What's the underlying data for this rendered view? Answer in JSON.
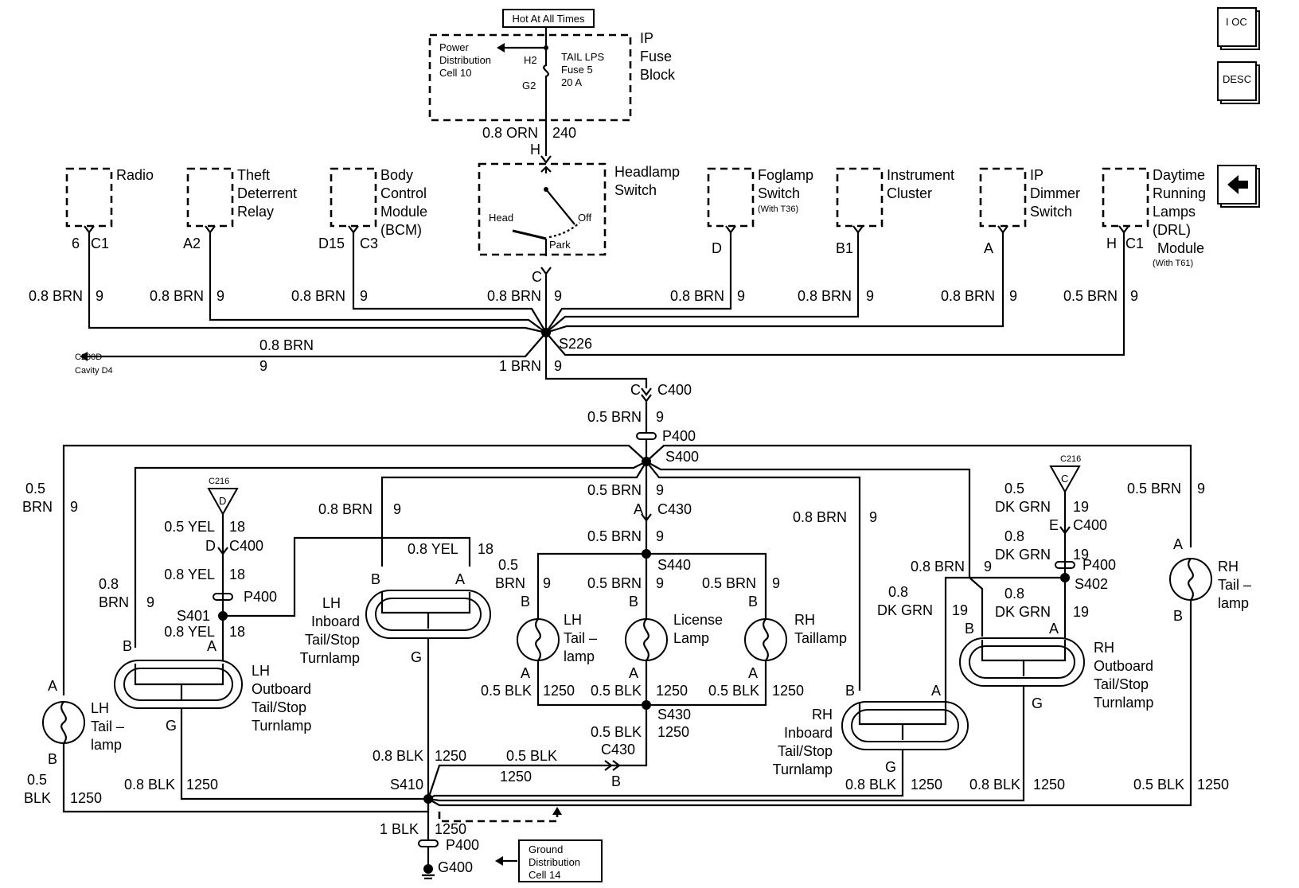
{
  "source": {
    "hot_label": "Hot At All Times",
    "fuse_block": [
      "IP",
      "Fuse",
      "Block"
    ],
    "power_dist": [
      "Power",
      "Distribution",
      "Cell 10"
    ],
    "pin_h2": "H2",
    "pin_g2": "G2",
    "fuse": [
      "TAIL LPS",
      "Fuse 5",
      "20 A"
    ],
    "wire_gauge": "0.8 ORN",
    "wire_circuit": "240",
    "switch_pin_h": "H"
  },
  "corner_buttons": [
    {
      "name": "info-locator-button",
      "text": "I OC"
    },
    {
      "name": "description-button",
      "text": "DESC"
    }
  ],
  "switch": {
    "title": [
      "Headlamp",
      "Switch"
    ],
    "head": "Head",
    "off": "Off",
    "park": "Park",
    "pin_c": "C",
    "gauge": "0.8 BRN",
    "circuit": "9"
  },
  "modules": [
    {
      "name": [
        "Radio"
      ],
      "pin": "6",
      "conn": "C1",
      "gauge": "0.8 BRN",
      "circuit": "9"
    },
    {
      "name": [
        "Theft",
        "Deterrent",
        "Relay"
      ],
      "pin": "A2",
      "conn": "",
      "gauge": "0.8 BRN",
      "circuit": "9"
    },
    {
      "name": [
        "Body",
        "Control",
        "Module",
        "(BCM)"
      ],
      "pin": "D15",
      "conn": "C3",
      "gauge": "0.8 BRN",
      "circuit": "9"
    },
    {
      "name": [
        "Foglamp",
        "Switch"
      ],
      "note": "(With T36)",
      "pin": "D",
      "conn": "",
      "gauge": "0.8 BRN",
      "circuit": "9"
    },
    {
      "name": [
        "Instrument",
        "Cluster"
      ],
      "pin": "B1",
      "conn": "",
      "gauge": "0.8 BRN",
      "circuit": "9"
    },
    {
      "name": [
        "IP",
        "Dimmer",
        "Switch"
      ],
      "pin": "A",
      "conn": "",
      "gauge": "0.8 BRN",
      "circuit": "9"
    },
    {
      "name": [
        "Daytime",
        "Running",
        "Lamps",
        "(DRL)",
        "Module"
      ],
      "note": "(With T61)",
      "pin": "H",
      "conn": "C1",
      "gauge": "0.5 BRN",
      "circuit": "9"
    }
  ],
  "splice_s226": {
    "name": "S226",
    "branch_gauge": "0.8 BRN",
    "branch_circuit": "9",
    "branch_dest": [
      "C200D",
      "Cavity D4"
    ],
    "trunk_gauge": "1 BRN",
    "trunk_circuit": "9"
  },
  "trunk": {
    "conn_pin": "C",
    "conn": "C400",
    "gauge": "0.5 BRN",
    "circuit": "9",
    "p400": "P400",
    "s400": "S400"
  },
  "rear": {
    "lh_tail_outer": {
      "title": [
        "LH",
        "Tail –",
        "lamp"
      ],
      "gauge_top": [
        "0.5",
        "BRN"
      ],
      "circuit_top": "9",
      "pin_a": "A",
      "pin_b": "B",
      "gauge_bot": [
        "0.5",
        "BLK"
      ],
      "circuit_bot": "1250"
    },
    "lh_outboard": {
      "title": [
        "LH",
        "Outboard",
        "Tail/Stop",
        "Turnlamp"
      ],
      "gauge_b": [
        "0.8",
        "BRN"
      ],
      "circuit_b": "9",
      "pin_b": "B",
      "pin_a": "A",
      "pin_g": "G",
      "gauge_g": "0.8 BLK",
      "circuit_g": "1250"
    },
    "c216_left": {
      "label": "C216",
      "pin": "D",
      "gauge": "0.5 YEL",
      "circuit": "18",
      "conn_pin": "D",
      "conn": "C400",
      "gauge2": "0.8 YEL",
      "circuit2": "18",
      "p400": "P400",
      "splice": "S401",
      "gauge3": "0.8 YEL",
      "circuit3": "18"
    },
    "lh_inboard": {
      "title": [
        "LH",
        "Inboard",
        "Tail/Stop",
        "Turnlamp"
      ],
      "gauge_b": "0.8 BRN",
      "circuit_b": "9",
      "gauge_a": "0.8 YEL",
      "circuit_a": "18",
      "pin_b": "B",
      "pin_a": "A",
      "pin_g": "G"
    },
    "center_trunk": {
      "gauge": "0.5 BRN",
      "circuit": "9",
      "conn_pin": "A",
      "conn": "C430",
      "gauge2": "0.5 BRN",
      "circuit2": "9",
      "splice": "S440"
    },
    "lh_tail_inner": {
      "title": [
        "LH",
        "Tail –",
        "lamp"
      ],
      "gauge": [
        "0.5",
        "BRN"
      ],
      "circuit": "9",
      "pin_b": "B",
      "pin_a": "A",
      "gauge_bot": "0.5 BLK",
      "circuit_bot": "1250"
    },
    "license": {
      "title": [
        "License",
        "Lamp"
      ],
      "gauge": "0.5 BRN",
      "circuit": "9",
      "pin_b": "B",
      "pin_a": "A",
      "gauge_bot": "0.5 BLK",
      "circuit_bot": "1250"
    },
    "rh_taillamp": {
      "title": [
        "RH",
        "Taillamp"
      ],
      "gauge": "0.5 BRN",
      "circuit": "9",
      "pin_b": "B",
      "pin_a": "A",
      "gauge_bot": "0.5 BLK",
      "circuit_bot": "1250"
    },
    "s430": {
      "splice": "S430",
      "gauge": "0.5 BLK",
      "circuit": "1250",
      "conn": "C430",
      "gauge2": "0.5 BLK",
      "circuit2": "1250",
      "pin_b": "B"
    },
    "rh_inboard": {
      "title": [
        "RH",
        "Inboard",
        "Tail/Stop",
        "Turnlamp"
      ],
      "gauge_b": "0.8 BRN",
      "circuit_b": "9",
      "gauge_a": [
        "0.8",
        "DK GRN"
      ],
      "circuit_a": "19",
      "pin_b": "B",
      "pin_a": "A",
      "pin_g": "G",
      "gauge_g": "0.8 BLK",
      "circuit_g": "1250"
    },
    "c216_right": {
      "label": "C216",
      "pin": "C",
      "gauge": [
        "0.5",
        "DK GRN"
      ],
      "circuit": "19",
      "conn_pin": "E",
      "conn": "C400",
      "gauge2": [
        "0.8",
        "DK GRN"
      ],
      "circuit2": "19",
      "p400": "P400",
      "splice": "S402",
      "gauge3": [
        "0.8",
        "DK GRN"
      ],
      "circuit3": "19"
    },
    "rh_outboard": {
      "title": [
        "RH",
        "Outboard",
        "Tail/Stop",
        "Turnlamp"
      ],
      "gauge_b": "0.8 BRN",
      "circuit_b": "9",
      "pin_b": "B",
      "pin_a": "A",
      "pin_g": "G",
      "gauge_g": "0.8 BLK",
      "circuit_g": "1250"
    },
    "rh_tail_outer": {
      "title": [
        "RH",
        "Tail –",
        "lamp"
      ],
      "gauge": "0.5 BRN",
      "circuit": "9",
      "pin_a": "A",
      "pin_b": "B",
      "gauge_bot": "0.5 BLK",
      "circuit_bot": "1250"
    }
  },
  "ground": {
    "splice": "S410",
    "gauge_s410": "0.8 BLK",
    "circuit_s410": "1250",
    "gauge": "1 BLK",
    "circuit": "1250",
    "p400": "P400",
    "g400": "G400",
    "ground_dist": [
      "Ground",
      "Distribution",
      "Cell 14"
    ]
  }
}
